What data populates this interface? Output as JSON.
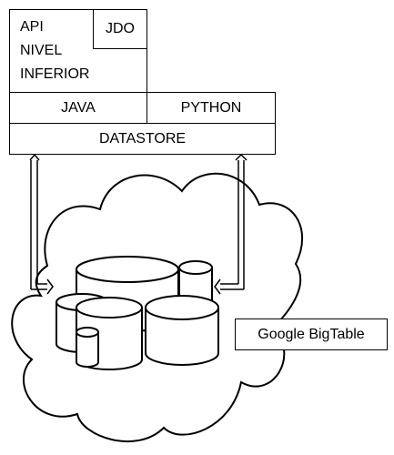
{
  "stack": {
    "api_label_line1": "API",
    "api_label_line2": "NIVEL",
    "api_label_line3": "INFERIOR",
    "jdo_label": "JDO",
    "java_label": "JAVA",
    "python_label": "PYTHON",
    "datastore_label": "DATASTORE"
  },
  "storage": {
    "bigtable_label": "Google BigTable"
  }
}
